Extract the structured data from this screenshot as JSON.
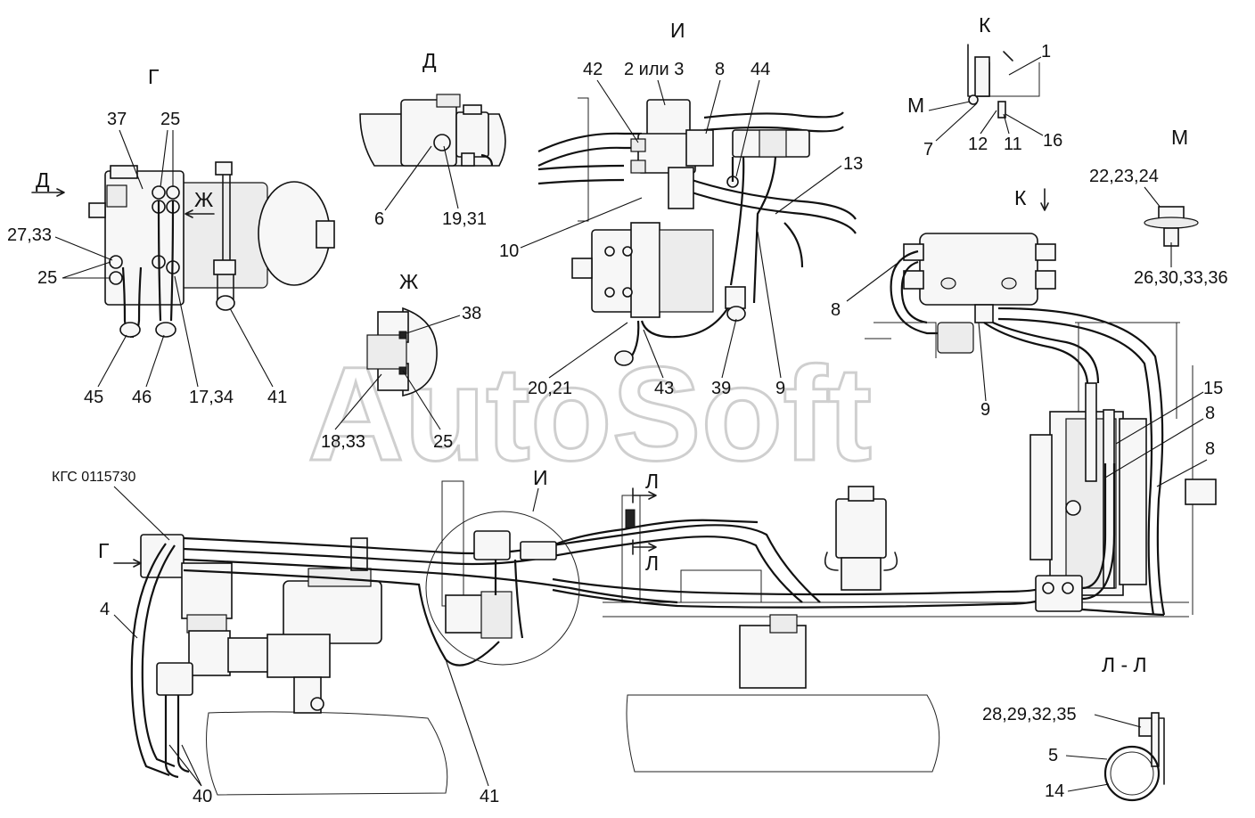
{
  "drawing": {
    "watermark": "AutoSoft",
    "views": {
      "G": "Г",
      "D": "Д",
      "I": "И",
      "K": "К",
      "M": "М",
      "Zh": "Ж",
      "L": "Л",
      "L_section": "Л - Л"
    },
    "view_arrows": {
      "D_arrow": "Д",
      "Zh_arrow": "Ж",
      "K_arrow": "К",
      "M_arrow": "М",
      "G_arrow": "Г",
      "I_circle": "И",
      "L_top": "Л",
      "L_bottom": "Л"
    },
    "callouts": {
      "g_37": "37",
      "g_25_top": "25",
      "g_27_33": "27,33",
      "g_25_left": "25",
      "g_45": "45",
      "g_46": "46",
      "g_17_34": "17,34",
      "g_41": "41",
      "d_6": "6",
      "d_19_31": "19,31",
      "zh_38": "38",
      "zh_18_33": "18,33",
      "zh_25": "25",
      "i_42": "42",
      "i_2or3": "2 или 3",
      "i_8": "8",
      "i_44": "44",
      "i_13": "13",
      "i_10": "10",
      "i_20_21": "20,21",
      "i_43": "43",
      "i_39": "39",
      "i_9": "9",
      "k_1": "1",
      "k_7": "7",
      "k_12": "12",
      "k_11": "11",
      "k_16": "16",
      "m_22_23_24": "22,23,24",
      "m_26_30_33_36": "26,30,33,36",
      "r_8_left": "8",
      "r_9": "9",
      "r_15": "15",
      "r_8_a": "8",
      "r_8_b": "8",
      "main_kgs": "КГС 0115730",
      "main_4": "4",
      "main_40": "40",
      "main_41": "41",
      "l_28_29_32_35": "28,29,32,35",
      "l_5": "5",
      "l_14": "14"
    }
  }
}
